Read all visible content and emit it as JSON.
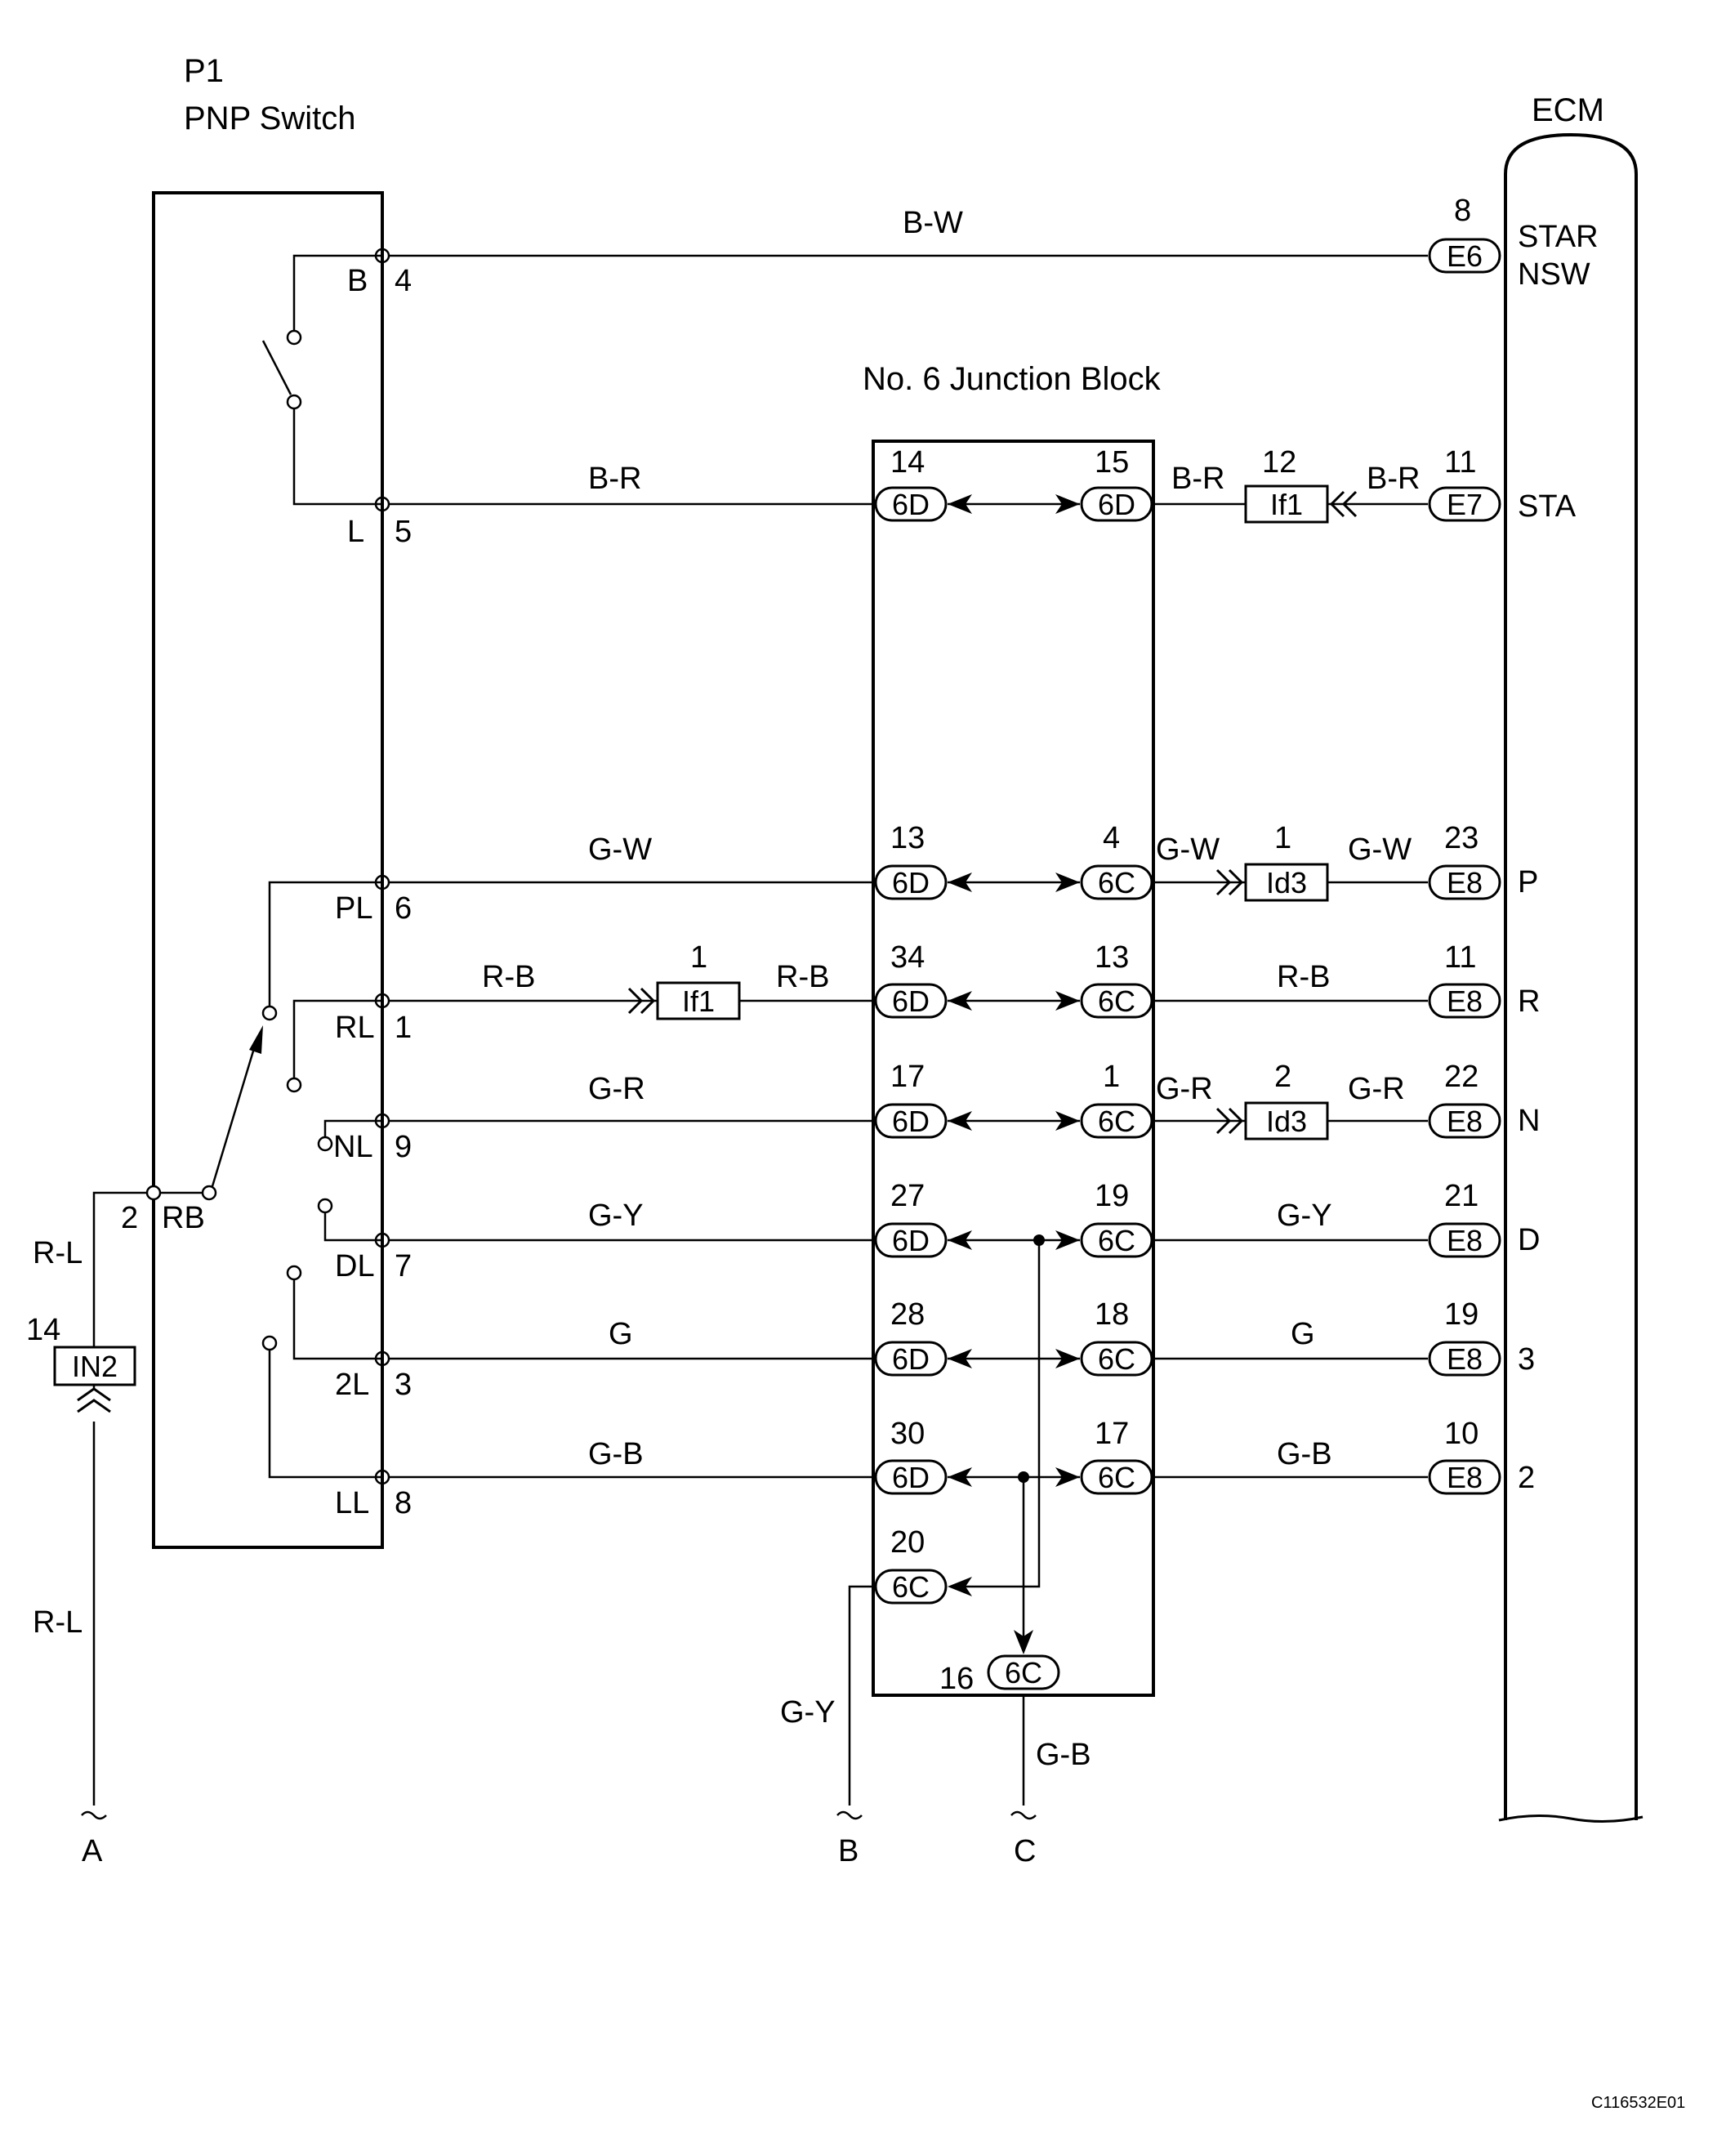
{
  "pnp_switch": {
    "id": "P1",
    "name": "PNP Switch",
    "terminals": [
      {
        "name": "B",
        "pin": "4"
      },
      {
        "name": "L",
        "pin": "5"
      },
      {
        "name": "PL",
        "pin": "6"
      },
      {
        "name": "RL",
        "pin": "1"
      },
      {
        "name": "NL",
        "pin": "9"
      },
      {
        "name": "RB",
        "pin": "2"
      },
      {
        "name": "DL",
        "pin": "7"
      },
      {
        "name": "2L",
        "pin": "3"
      },
      {
        "name": "LL",
        "pin": "8"
      }
    ]
  },
  "ecm": {
    "title": "ECM",
    "terminals": [
      {
        "pin": "8",
        "connector": "E6",
        "name_line1": "STAR",
        "name_line2": "NSW"
      },
      {
        "pin": "11",
        "connector": "E7",
        "name": "STA"
      },
      {
        "pin": "23",
        "connector": "E8",
        "name": "P"
      },
      {
        "pin": "11",
        "connector": "E8",
        "name": "R"
      },
      {
        "pin": "22",
        "connector": "E8",
        "name": "N"
      },
      {
        "pin": "21",
        "connector": "E8",
        "name": "D"
      },
      {
        "pin": "19",
        "connector": "E8",
        "name": "3"
      },
      {
        "pin": "10",
        "connector": "E8",
        "name": "2"
      }
    ]
  },
  "junction_block": {
    "title": "No. 6 Junction Block",
    "left_pins": [
      {
        "pin": "14",
        "connector": "6D"
      },
      {
        "pin": "13",
        "connector": "6D"
      },
      {
        "pin": "34",
        "connector": "6D"
      },
      {
        "pin": "17",
        "connector": "6D"
      },
      {
        "pin": "27",
        "connector": "6D"
      },
      {
        "pin": "28",
        "connector": "6D"
      },
      {
        "pin": "30",
        "connector": "6D"
      },
      {
        "pin": "20",
        "connector": "6C"
      }
    ],
    "right_pins": [
      {
        "pin": "15",
        "connector": "6D"
      },
      {
        "pin": "4",
        "connector": "6C"
      },
      {
        "pin": "13",
        "connector": "6C"
      },
      {
        "pin": "1",
        "connector": "6C"
      },
      {
        "pin": "19",
        "connector": "6C"
      },
      {
        "pin": "18",
        "connector": "6C"
      },
      {
        "pin": "17",
        "connector": "6C"
      }
    ],
    "bottom_pin": {
      "pin": "16",
      "connector": "6C"
    }
  },
  "inline_connectors": [
    {
      "pin": "12",
      "connector": "If1"
    },
    {
      "pin": "1",
      "connector": "Id3"
    },
    {
      "pin": "1",
      "connector": "If1"
    },
    {
      "pin": "2",
      "connector": "Id3"
    },
    {
      "pin": "14",
      "connector": "IN2"
    }
  ],
  "wires": {
    "b_w": "B-W",
    "b_r": "B-R",
    "g_w": "G-W",
    "r_b": "R-B",
    "g_r": "G-R",
    "g_y": "G-Y",
    "g": "G",
    "g_b": "G-B",
    "r_l": "R-L"
  },
  "off_page": {
    "a": "A",
    "b": "B",
    "c": "C"
  },
  "figure_id": "C116532E01"
}
